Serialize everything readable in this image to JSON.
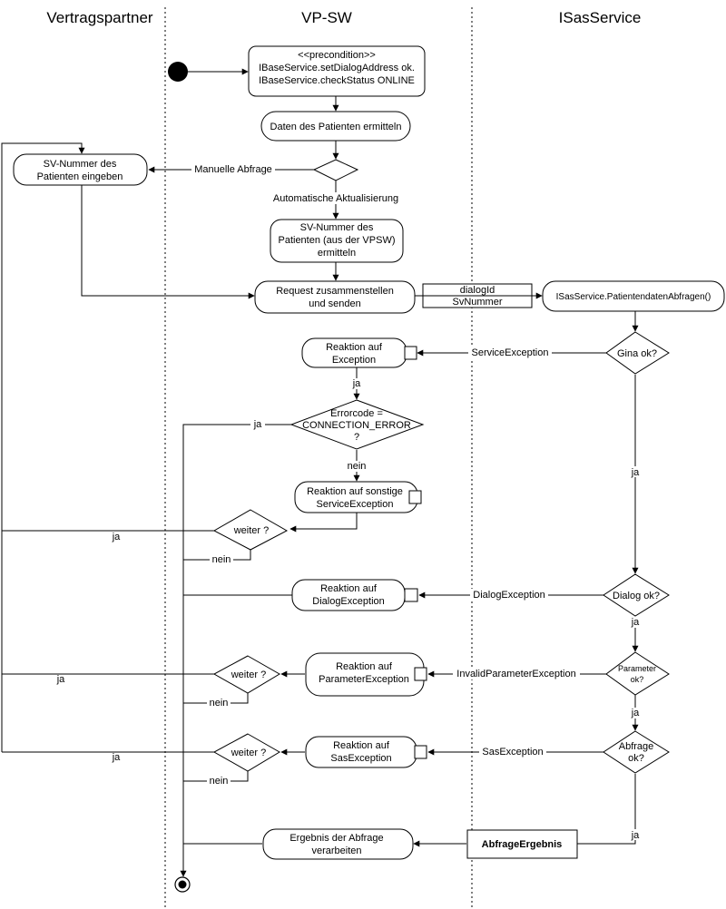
{
  "lanes": {
    "left": "Vertragspartner",
    "middle": "VP-SW",
    "right": "ISasService"
  },
  "nodes": {
    "precondition": [
      "<<precondition>>",
      "IBaseService.setDialogAddress ok.",
      "IBaseService.checkStatus ONLINE"
    ],
    "daten": "Daten des Patienten ermitteln",
    "sv_eingeben": [
      "SV-Nummer des",
      "Patienten eingeben"
    ],
    "sv_ermitteln": [
      "SV-Nummer des",
      "Patienten (aus der VPSW)",
      "ermitteln"
    ],
    "request": [
      "Request zusammenstellen",
      "und senden"
    ],
    "dialog_id": "dialogId",
    "sv_nummer": "SvNummer",
    "abfragen": "ISasService.PatientendatenAbfragen()",
    "gina_ok": "Gina ok?",
    "reaktion_exception": [
      "Reaktion auf",
      "Exception"
    ],
    "errorcode": [
      "Errorcode =",
      "CONNECTION_ERROR",
      "?"
    ],
    "reaktion_sonstige": [
      "Reaktion auf sonstige",
      "ServiceException"
    ],
    "weiter1": "weiter ?",
    "dialog_ok": "Dialog ok?",
    "reaktion_dialog": [
      "Reaktion auf",
      "DialogException"
    ],
    "parameter_ok": [
      "Parameter",
      "ok?"
    ],
    "reaktion_parameter": [
      "Reaktion auf",
      "ParameterException"
    ],
    "weiter2": "weiter ?",
    "abfrage_ok": [
      "Abfrage",
      "ok?"
    ],
    "reaktion_sas": [
      "Reaktion auf",
      "SasException"
    ],
    "weiter3": "weiter ?",
    "abfrage_ergebnis": "AbfrageErgebnis",
    "ergebnis": [
      "Ergebnis der Abfrage",
      "verarbeiten"
    ]
  },
  "edges": {
    "manuelle": "Manuelle Abfrage",
    "automatische": "Automatische Aktualisierung",
    "service_exception": "ServiceException",
    "ja_a": "ja",
    "ja_b": "ja",
    "nein_a": "nein",
    "ja_c": "ja",
    "nein_b": "nein",
    "ja_d": "ja",
    "dialog_exception": "DialogException",
    "ja_e": "ja",
    "invalid_parameter": "InvalidParameterException",
    "ja_f": "ja",
    "nein_c": "nein",
    "ja_g": "ja",
    "sas_exception": "SasException",
    "ja_h": "ja",
    "nein_d": "nein",
    "ja_i": "ja"
  }
}
